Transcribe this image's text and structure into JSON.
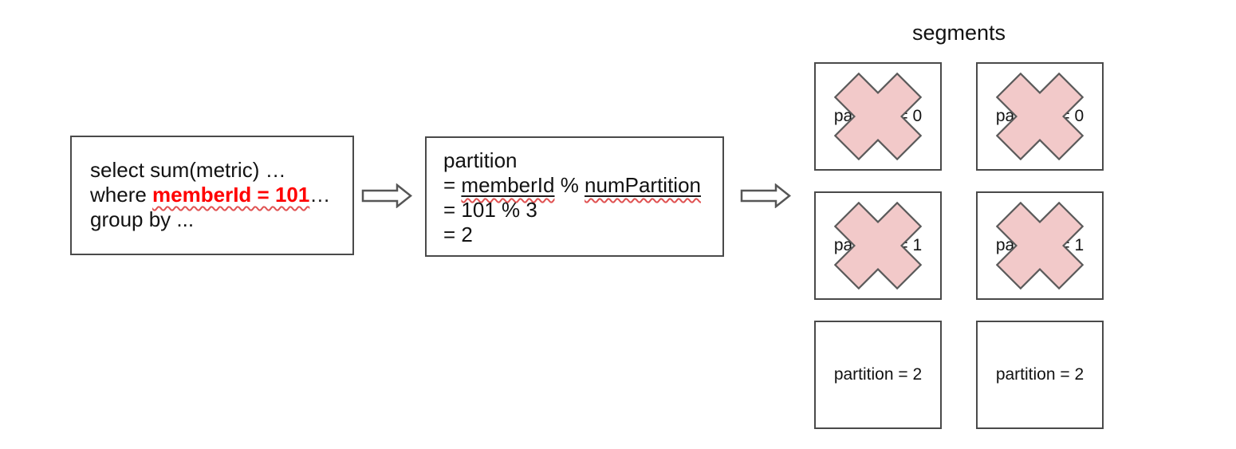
{
  "query_box": {
    "line1": "select sum(metric) …",
    "line2_prefix": "where ",
    "line2_highlight": "memberId = 101",
    "line2_suffix": "…",
    "line3": "group by ..."
  },
  "partition_box": {
    "line1": "partition",
    "line2_prefix": "= ",
    "line2_term1": "memberId",
    "line2_op": " % ",
    "line2_term2": "numPartition",
    "line3": "= 101 % 3",
    "line4": "= 2"
  },
  "segments": {
    "title": "segments",
    "items": [
      {
        "label": "partition = 0",
        "crossed": true
      },
      {
        "label": "partition = 0",
        "crossed": true
      },
      {
        "label": "partition = 1",
        "crossed": true
      },
      {
        "label": "partition = 1",
        "crossed": true
      },
      {
        "label": "partition = 2",
        "crossed": false
      },
      {
        "label": "partition = 2",
        "crossed": false
      }
    ]
  },
  "icons": {
    "arrow": "right-block-arrow-icon",
    "cross": "x-mark-icon"
  },
  "colors": {
    "highlight_red": "#ff0000",
    "squiggle_red": "#e05252",
    "cross_fill": "#f2c9c9",
    "outline_gray": "#4a4a4a",
    "cross_stroke": "#5a5a5a",
    "text": "#121212"
  }
}
